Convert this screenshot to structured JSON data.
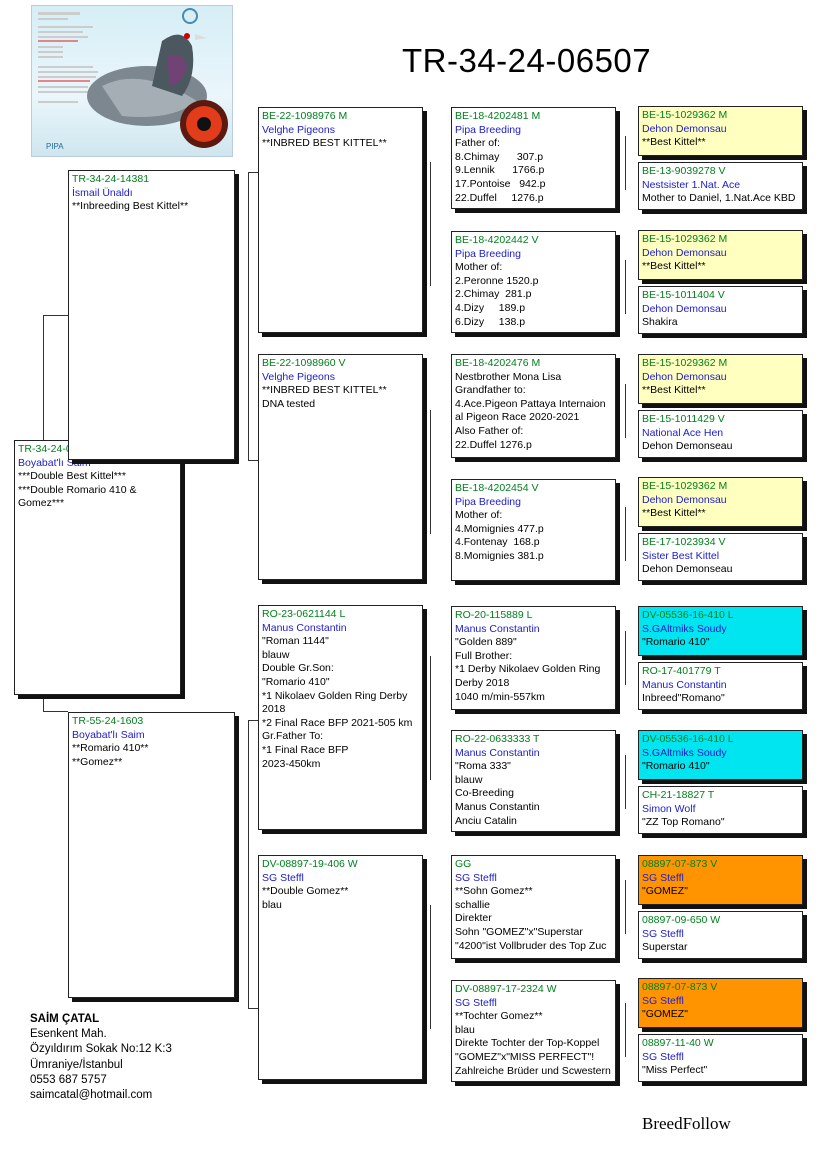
{
  "title": "TR-34-24-06507",
  "footer": "BreedFollow",
  "contact": {
    "name": "SAİM ÇATAL",
    "lines": [
      "Esenkent Mah.",
      "Özyıldırım Sokak No:12 K:3",
      "Ümraniye/İstanbul",
      "0553 687 5757",
      "saimcatal@hotmail.com"
    ]
  },
  "photo": {
    "badge": "PIPA"
  },
  "pigeons": {
    "subject": {
      "ring": "TR-34-24-06507",
      "owner": "Boyabat'lı Saim",
      "lines": [
        "***Double Best Kittel***",
        "***Double Romario 410 & Gomez***"
      ]
    },
    "sire": {
      "ring": "TR-34-24-14381",
      "owner": "İsmail Ünaldı",
      "lines": [
        "**Inbreeding Best Kittel**"
      ]
    },
    "dam": {
      "ring": "TR-55-24-1603",
      "owner": "Boyabat'lı Saim",
      "lines": [
        "**Romario 410**",
        "**Gomez**"
      ]
    },
    "ss": {
      "ring": "BE-22-1098976 M",
      "owner": "Velghe Pigeons",
      "lines": [
        "**INBRED BEST KITTEL**"
      ]
    },
    "sd": {
      "ring": "BE-22-1098960 V",
      "owner": "Velghe Pigeons",
      "lines": [
        "**INBRED BEST KITTEL**",
        "DNA tested"
      ]
    },
    "ds": {
      "ring": "RO-23-0621144 L",
      "owner": "Manus Constantin",
      "lines": [
        "\"Roman 1144\"",
        "blauw",
        "Double Gr.Son:",
        "\"Romario 410\"",
        "*1 Nikolaev Golden Ring Derby 2018",
        "*2 Final Race BFP 2021-505 km",
        "Gr.Father To:",
        "*1 Final Race BFP",
        "2023-450km"
      ]
    },
    "dd": {
      "ring": "DV-08897-19-406 W",
      "owner": "SG Steffl",
      "lines": [
        "**Double Gomez**",
        "blau"
      ]
    },
    "sss": {
      "ring": "BE-18-4202481 M",
      "owner": "Pipa Breeding",
      "lines": [
        "Father of:",
        "8.Chimay      307.p",
        "9.Lennik      1766.p",
        "17.Pontoise   942.p",
        "22.Duffel     1276.p"
      ]
    },
    "ssd": {
      "ring": "BE-18-4202442 V",
      "owner": "Pipa Breeding",
      "lines": [
        "Mother of:",
        "2.Peronne 1520.p",
        "2.Chimay  281.p",
        "4.Dizy     189.p",
        "6.Dizy     138.p"
      ]
    },
    "sds": {
      "ring": "BE-18-4202476 M",
      "owner": "",
      "lines": [
        "Nestbrother Mona Lisa",
        "Grandfather to:",
        "4.Ace.Pigeon Pattaya Internaion",
        "al Pigeon Race 2020-2021",
        "Also Father of:",
        "22.Duffel 1276.p"
      ]
    },
    "sdd": {
      "ring": "BE-18-4202454 V",
      "owner": "Pipa Breeding",
      "lines": [
        "Mother of:",
        "4.Momignies 477.p",
        "4.Fontenay  168.p",
        "8.Momignies 381.p"
      ]
    },
    "dss": {
      "ring": "RO-20-115889 L",
      "owner": "Manus Constantin",
      "lines": [
        "\"Golden 889\"",
        "Full Brother:",
        "*1 Derby Nikolaev Golden Ring",
        "Derby 2018",
        "1040 m/min-557km"
      ]
    },
    "dsd": {
      "ring": "RO-22-0633333 T",
      "owner": "Manus Constantin",
      "lines": [
        "\"Roma 333\"",
        "blauw",
        "Co-Breeding",
        "Manus Constantin",
        "Anciu Catalin"
      ]
    },
    "dds": {
      "ring": "GG",
      "owner": "SG Steffl",
      "lines": [
        "**Sohn Gomez**",
        "schallie",
        "Direkter",
        "Sohn \"GOMEZ\"x\"Superstar",
        "\"4200\"ist Vollbruder des Top Zuc"
      ]
    },
    "ddd": {
      "ring": "DV-08897-17-2324 W",
      "owner": "SG Steffl",
      "lines": [
        "**Tochter Gomez**",
        "blau",
        "Direkte Tochter der Top-Koppel",
        "\"GOMEZ\"x\"MISS PERFECT\"!",
        "Zahlreiche Brüder und Scwestern"
      ]
    },
    "g1": {
      "ring": "BE-15-1029362 M",
      "owner": "Dehon Demonsau",
      "lines": [
        "**Best Kittel**"
      ]
    },
    "g2": {
      "ring": "BE-13-9039278 V",
      "owner": "Nestsister 1.Nat. Ace",
      "lines": [
        "Mother to Daniel, 1.Nat.Ace KBD"
      ]
    },
    "g3": {
      "ring": "BE-15-1029362 M",
      "owner": "Dehon Demonsau",
      "lines": [
        "**Best Kittel**"
      ]
    },
    "g4": {
      "ring": "BE-15-1011404 V",
      "owner": "Dehon Demonsau",
      "lines": [
        "Shakira"
      ]
    },
    "g5": {
      "ring": "BE-15-1029362 M",
      "owner": "Dehon Demonsau",
      "lines": [
        "**Best Kittel**"
      ]
    },
    "g6": {
      "ring": "BE-15-1011429 V",
      "owner": "National Ace Hen",
      "lines": [
        "Dehon Demonseau"
      ]
    },
    "g7": {
      "ring": "BE-15-1029362 M",
      "owner": "Dehon Demonsau",
      "lines": [
        "**Best Kittel**"
      ]
    },
    "g8": {
      "ring": "BE-17-1023934 V",
      "owner": "Sister Best Kittel",
      "lines": [
        "Dehon Demonseau"
      ]
    },
    "g9": {
      "ring": "DV-05536-16-410 L",
      "owner": "S.GAltmiks Soudy",
      "lines": [
        "\"Romario 410\""
      ]
    },
    "g10": {
      "ring": "RO-17-401779 T",
      "owner": "Manus Constantin",
      "lines": [
        "Inbreed\"Romano\""
      ]
    },
    "g11": {
      "ring": "DV-05536-16-410 L",
      "owner": "S.GAltmiks Soudy",
      "lines": [
        "\"Romario 410\""
      ]
    },
    "g12": {
      "ring": "CH-21-18827 T",
      "owner": "Simon Wolf",
      "lines": [
        "\"ZZ Top Romano\""
      ]
    },
    "g13": {
      "ring": "08897-07-873 V",
      "owner": "SG Steffl",
      "lines": [
        "\"GOMEZ\""
      ]
    },
    "g14": {
      "ring": "08897-09-650 W",
      "owner": "SG Steffl",
      "lines": [
        "Superstar"
      ]
    },
    "g15": {
      "ring": "08897-07-873 V",
      "owner": "SG Steffl",
      "lines": [
        "\"GOMEZ\""
      ]
    },
    "g16": {
      "ring": "08897-11-40 W",
      "owner": "SG Steffl",
      "lines": [
        "\"Miss Perfect\""
      ]
    }
  }
}
